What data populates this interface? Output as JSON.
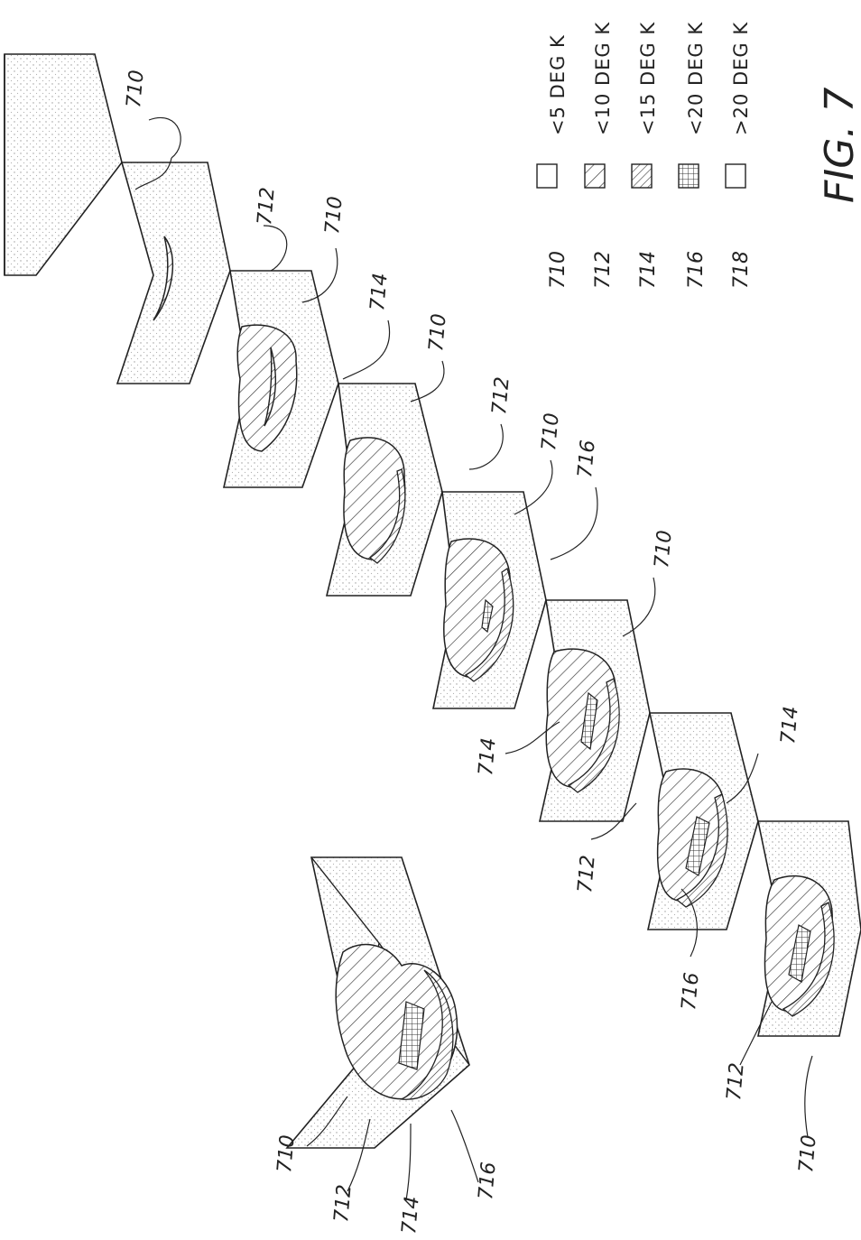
{
  "figure_label": "FIG. 7",
  "legend": [
    {
      "ref": "710",
      "text": "<5 DEG K",
      "pattern": "plain"
    },
    {
      "ref": "712",
      "text": "<10 DEG K",
      "pattern": "hatch"
    },
    {
      "ref": "714",
      "text": "<15 DEG K",
      "pattern": "hatch-dense"
    },
    {
      "ref": "716",
      "text": "<20 DEG K",
      "pattern": "grid"
    },
    {
      "ref": "718",
      "text": ">20 DEG K",
      "pattern": "plain"
    }
  ],
  "labels": {
    "s1": "710",
    "s2": "712",
    "s3a": "710",
    "s3b": "714",
    "s4a": "710",
    "s4b": "712",
    "s5a": "710",
    "s5b": "716",
    "s6": "710",
    "s6b": "714",
    "s7": "712",
    "s8": "714",
    "s8b": "716",
    "s8c": "712",
    "s8d": "710",
    "b1": "710",
    "b2": "712",
    "b3": "714",
    "b4": "716"
  },
  "colors": {
    "line": "#222222",
    "dots": "#9a9a9a"
  }
}
